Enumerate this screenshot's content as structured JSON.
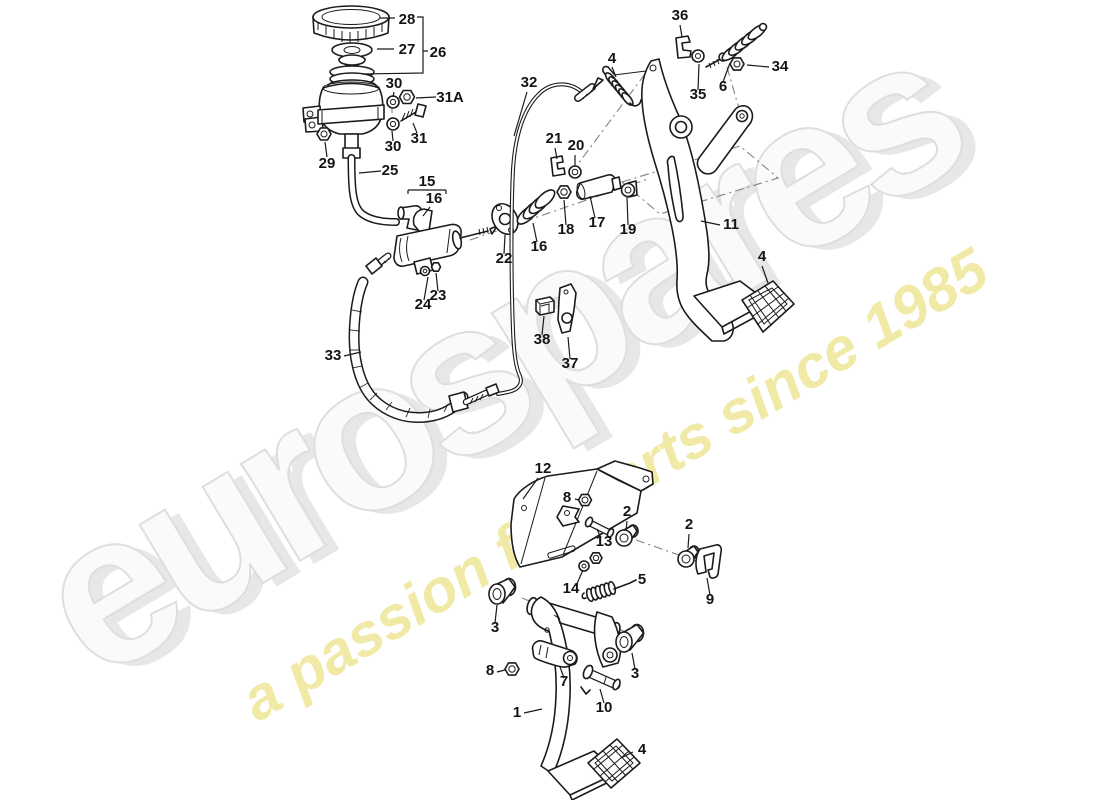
{
  "watermark": {
    "brand": "eurospares",
    "tagline": "a passion for parts since 1985",
    "brand_fill": "#fafafa",
    "brand_outline": "#dedede",
    "brand_shadow": "#e7e7e7",
    "tagline_color": "#f1eaa6"
  },
  "diagram": {
    "line_color": "#1b1b1b",
    "background": "#ffffff"
  },
  "callouts": {
    "c28": {
      "label": "28"
    },
    "c27": {
      "label": "27"
    },
    "c26": {
      "label": "26"
    },
    "c30a": {
      "label": "30"
    },
    "c31A": {
      "label": "31A"
    },
    "c31": {
      "label": "31"
    },
    "c30b": {
      "label": "30"
    },
    "c29": {
      "label": "29"
    },
    "c25": {
      "label": "25"
    },
    "c15": {
      "label": "15"
    },
    "c16a": {
      "label": "16"
    },
    "c32": {
      "label": "32"
    },
    "c4a": {
      "label": "4"
    },
    "c36": {
      "label": "36"
    },
    "c35": {
      "label": "35"
    },
    "c6": {
      "label": "6"
    },
    "c34": {
      "label": "34"
    },
    "c21": {
      "label": "21"
    },
    "c20": {
      "label": "20"
    },
    "c17": {
      "label": "17"
    },
    "c18": {
      "label": "18"
    },
    "c19": {
      "label": "19"
    },
    "c11": {
      "label": "11"
    },
    "c16b": {
      "label": "16"
    },
    "c22": {
      "label": "22"
    },
    "c4b": {
      "label": "4"
    },
    "c24": {
      "label": "24"
    },
    "c23": {
      "label": "23"
    },
    "c38": {
      "label": "38"
    },
    "c37": {
      "label": "37"
    },
    "c33": {
      "label": "33"
    },
    "c12": {
      "label": "12"
    },
    "c8a": {
      "label": "8"
    },
    "c2a": {
      "label": "2"
    },
    "c2b": {
      "label": "2"
    },
    "c13": {
      "label": "13"
    },
    "c14": {
      "label": "14"
    },
    "c5": {
      "label": "5"
    },
    "c9": {
      "label": "9"
    },
    "c3a": {
      "label": "3"
    },
    "c3b": {
      "label": "3"
    },
    "c8b": {
      "label": "8"
    },
    "c7": {
      "label": "7"
    },
    "c1": {
      "label": "1"
    },
    "c10": {
      "label": "10"
    },
    "c4c": {
      "label": "4"
    }
  }
}
